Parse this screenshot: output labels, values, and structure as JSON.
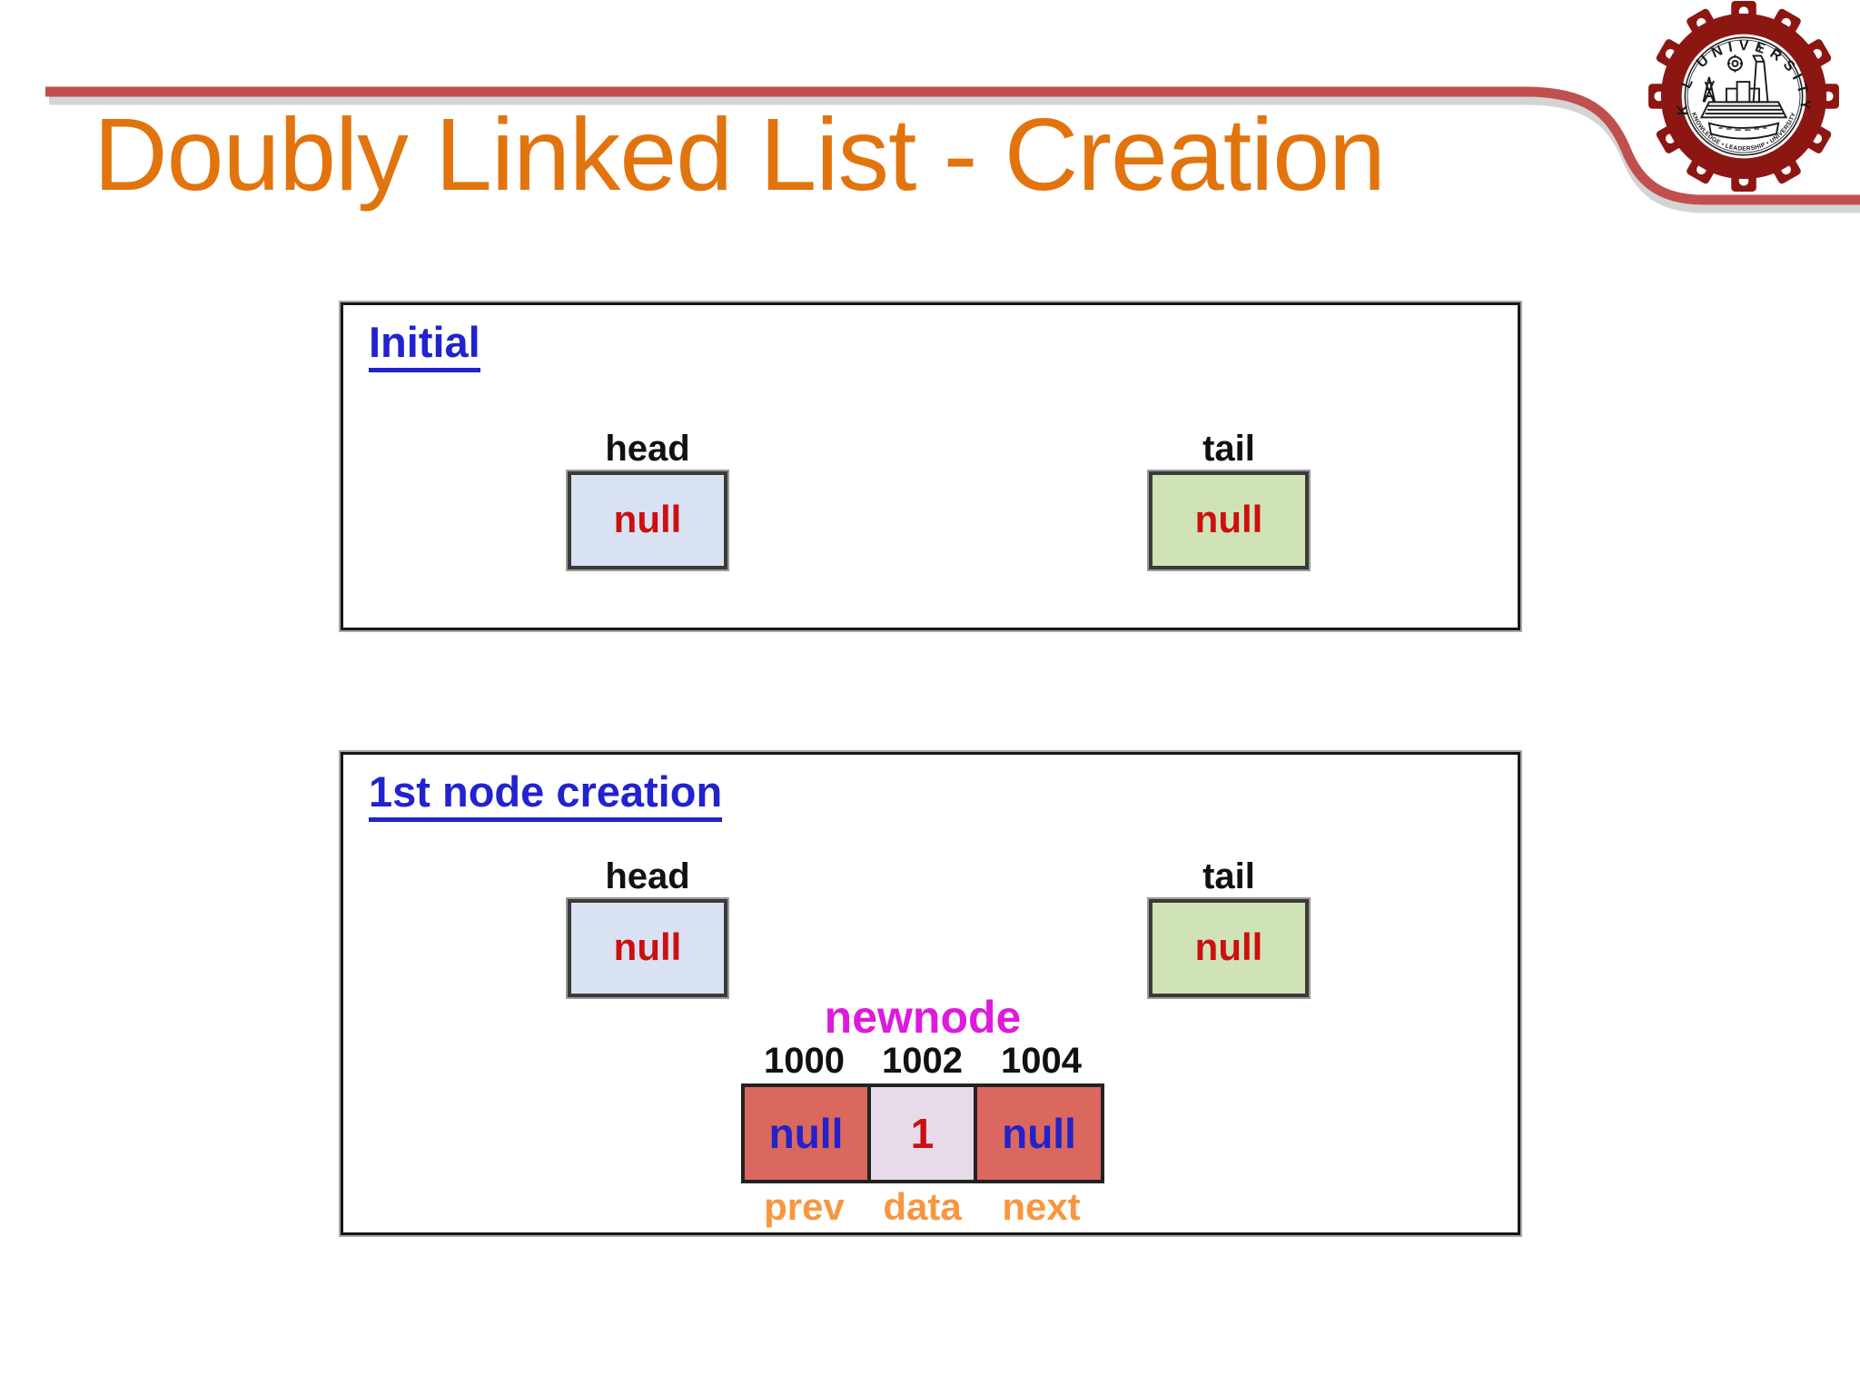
{
  "slide": {
    "title": "Doubly Linked List - Creation"
  },
  "logo": {
    "arc_top": "K L UNIVERSITY",
    "arc_bottom": "KNOWLEDGE • LEADERSHIP • UNIVERSITY"
  },
  "colors": {
    "title_orange": "#e2740e",
    "swoosh_red": "#c0504d",
    "heading_blue": "#2222cf",
    "null_red": "#cc1010",
    "pointer_null_blue": "#2222c8",
    "field_label_orange": "#f89640",
    "newnode_magenta": "#dd1add",
    "head_box_fill": "#d9e2f3",
    "tail_box_fill": "#d0e3b6",
    "node_cell_fill": "#db685e",
    "data_cell_fill": "#e8dbe9",
    "logo_maroon": "#8c1712"
  },
  "panel_initial": {
    "heading": "Initial",
    "head": {
      "label": "head",
      "value": "null"
    },
    "tail": {
      "label": "tail",
      "value": "null"
    }
  },
  "panel_first_node": {
    "heading": "1st node creation",
    "head": {
      "label": "head",
      "value": "null"
    },
    "tail": {
      "label": "tail",
      "value": "null"
    },
    "newnode_label": "newnode",
    "addresses": [
      "1000",
      "1002",
      "1004"
    ],
    "cells": {
      "prev": "null",
      "data": "1",
      "next": "null"
    },
    "field_labels": [
      "prev",
      "data",
      "next"
    ]
  }
}
